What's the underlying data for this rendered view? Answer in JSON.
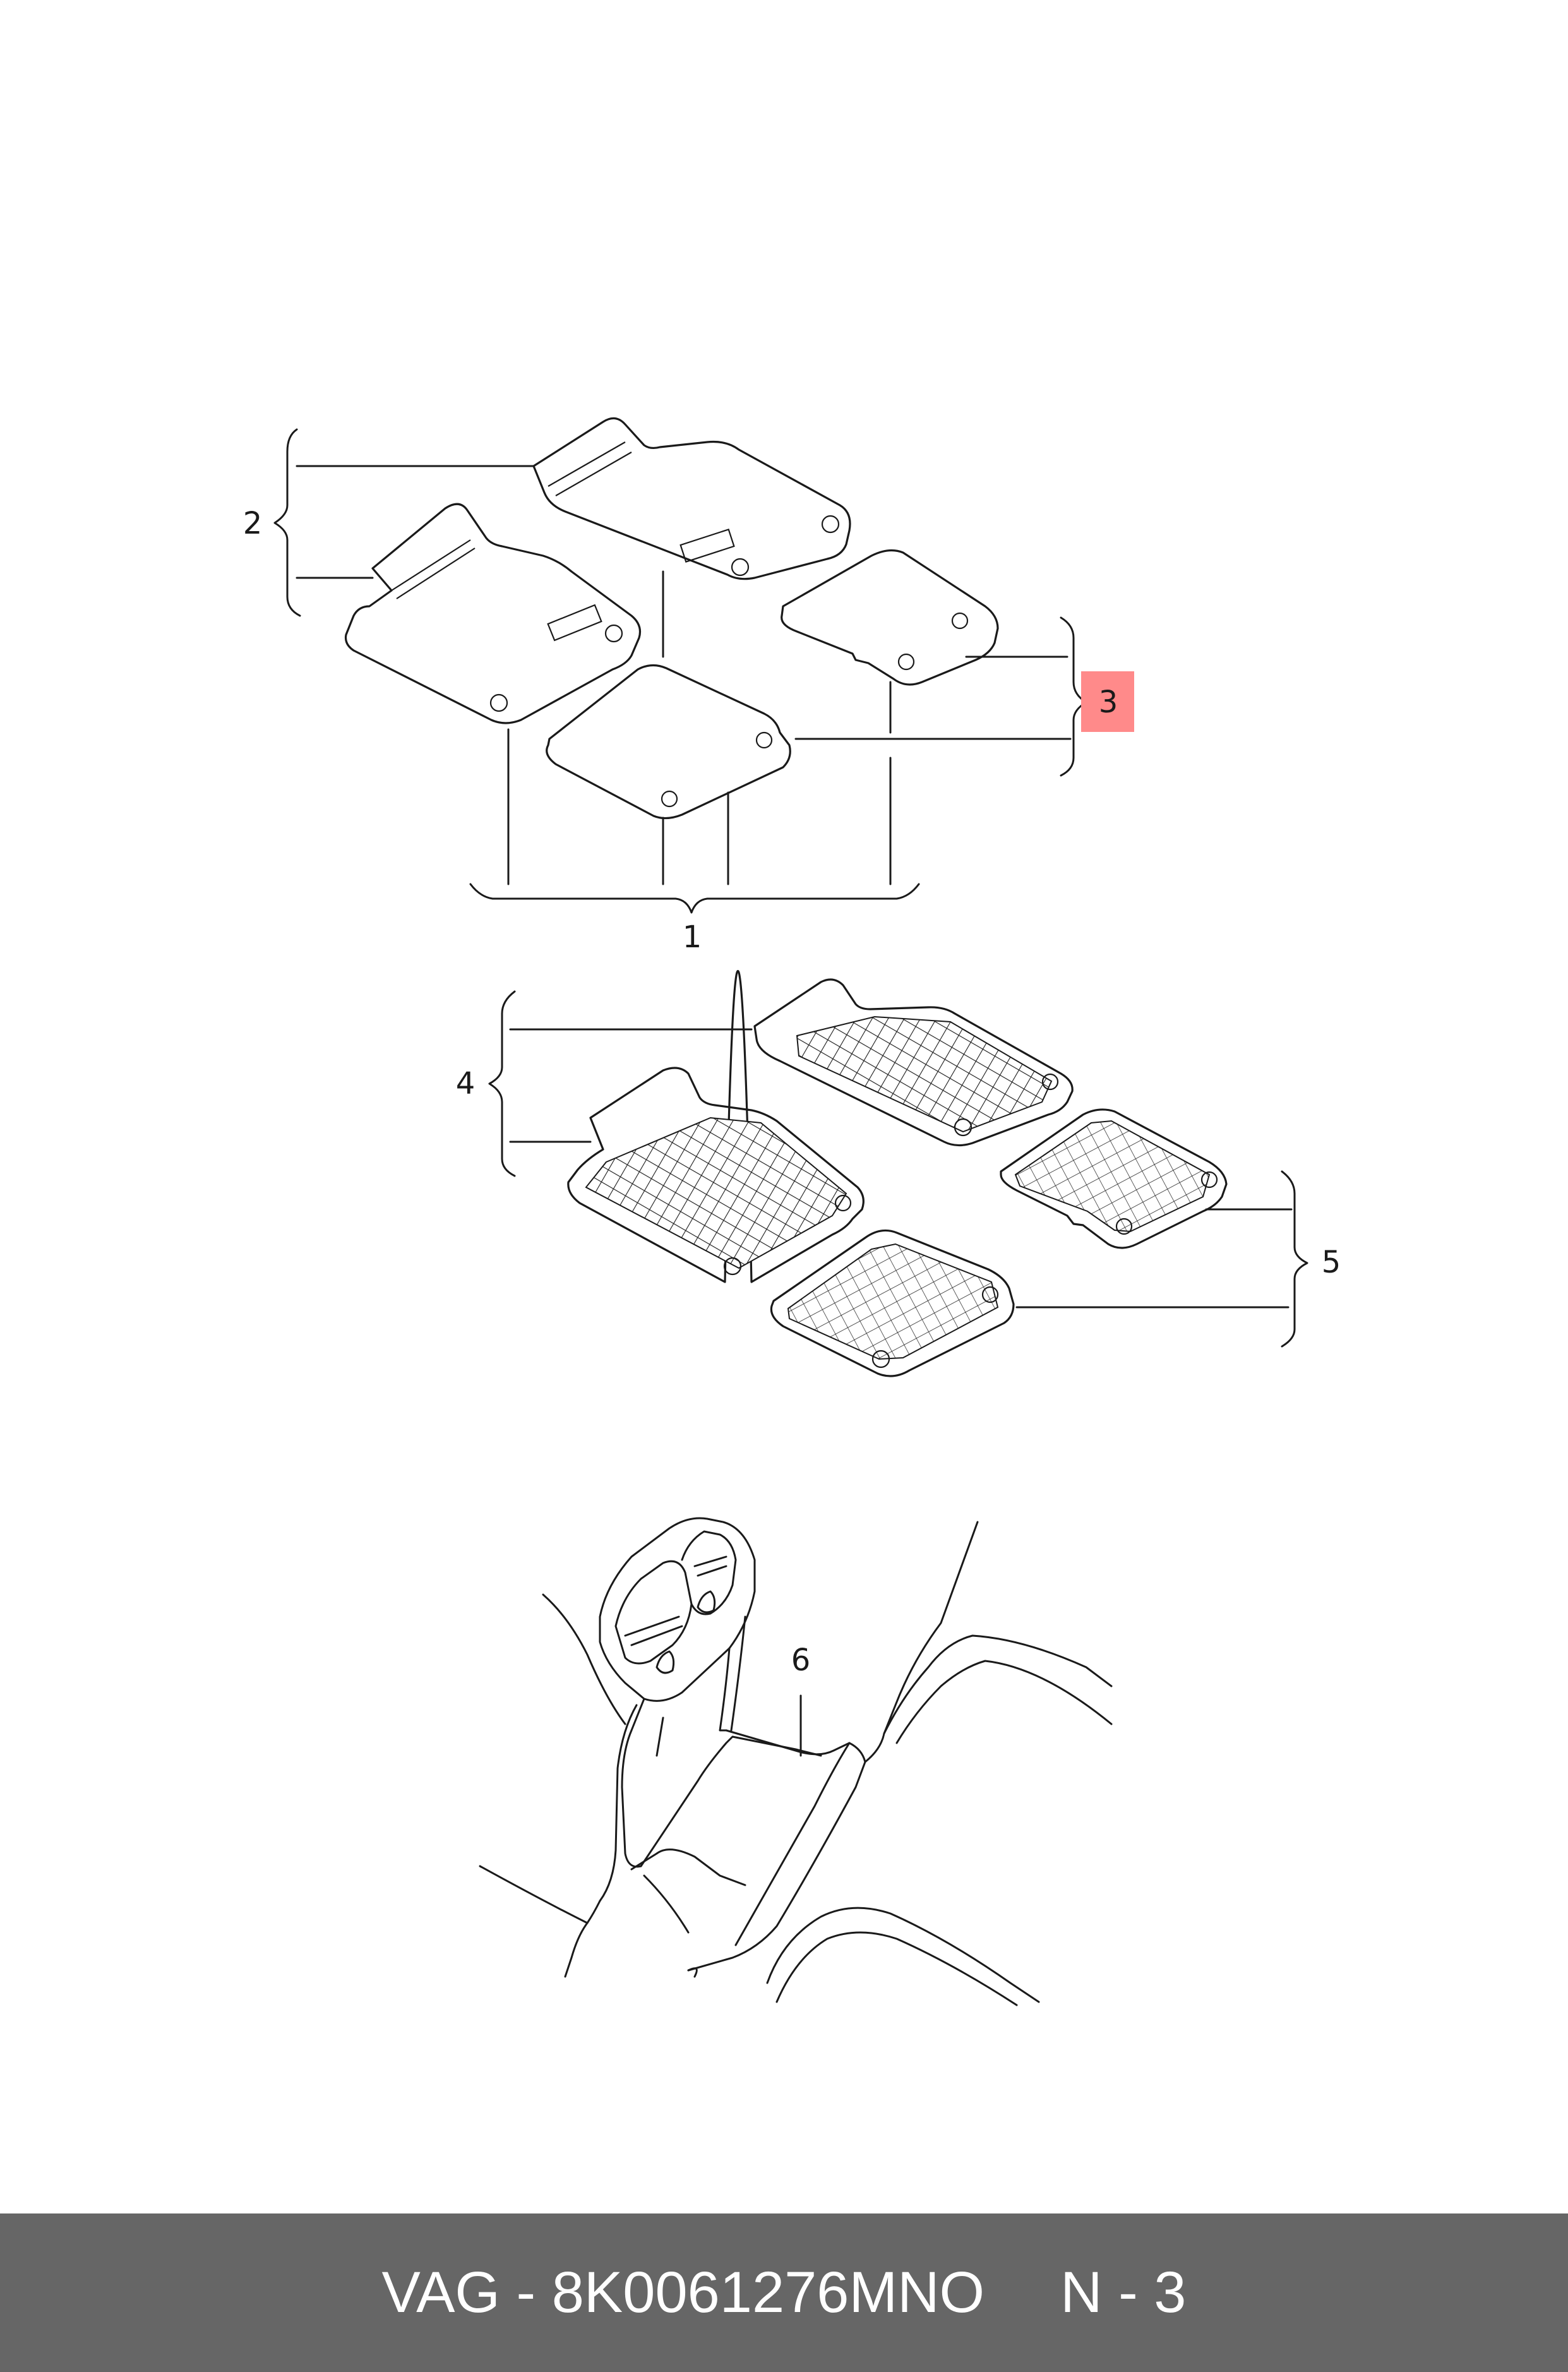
{
  "callouts": [
    {
      "id": "1",
      "label": "1"
    },
    {
      "id": "2",
      "label": "2"
    },
    {
      "id": "3",
      "label": "3"
    },
    {
      "id": "4",
      "label": "4"
    },
    {
      "id": "5",
      "label": "5"
    },
    {
      "id": "6",
      "label": "6"
    }
  ],
  "highlight": {
    "callout": "3",
    "color": "#ff8a8a"
  },
  "footer": {
    "part_number": "VAG - 8K0061276MNO",
    "page_ref": "N - 3"
  }
}
